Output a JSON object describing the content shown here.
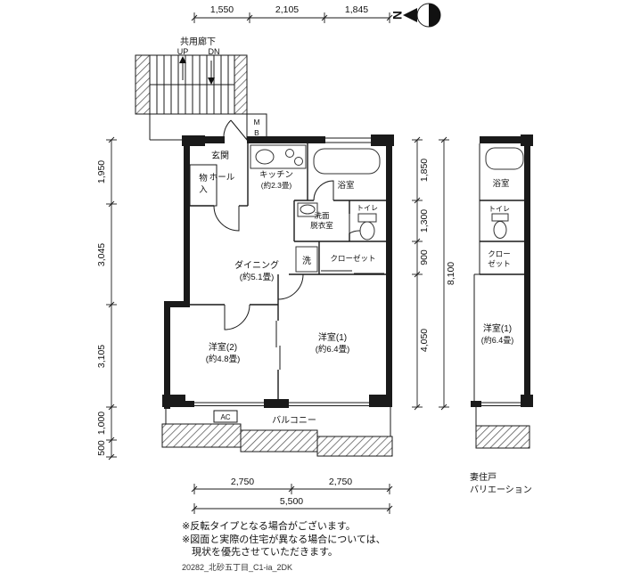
{
  "title_block": {
    "sheet_id": "20282_北砂五丁目_C1-ia_2DK"
  },
  "compass": {
    "north": "N"
  },
  "dims": {
    "top": [
      "1,550",
      "2,105",
      "1,845"
    ],
    "left": [
      "1,950",
      "3,045",
      "3,105",
      "1,000",
      "500"
    ],
    "right": [
      "1,850",
      "1,300",
      "900",
      "4,050"
    ],
    "right_total": "8,100",
    "bottom": [
      "2,750",
      "2,750"
    ],
    "bottom_total": "5,500"
  },
  "corridor": {
    "label": "共用廊下",
    "up": "UP",
    "dn": "DN"
  },
  "meter_box": {
    "m": "M",
    "b": "B"
  },
  "main_plan": {
    "genkan": "玄関",
    "hall": "ホール",
    "storage_v1": "物",
    "storage_v2": "入",
    "kitchen": "キッチン",
    "kitchen_size": "(約2.3畳)",
    "bath": "浴室",
    "washroom_l1": "洗面",
    "washroom_l2": "脱衣室",
    "toilet": "トイレ",
    "washer": "洗",
    "closet": "クローゼット",
    "dining": "ダイニング",
    "dining_size": "(約5.1畳)",
    "bedroom2": "洋室(2)",
    "bedroom2_size": "(約4.8畳)",
    "bedroom1": "洋室(1)",
    "bedroom1_size": "(約6.4畳)",
    "balcony": "バルコニー",
    "ac": "AC"
  },
  "variation_plan": {
    "bath": "浴室",
    "toilet": "トイレ",
    "closet_l1": "クロー",
    "closet_l2": "ゼット",
    "bedroom1": "洋室(1)",
    "bedroom1_size": "(約6.4畳)",
    "caption_l1": "妻住戸",
    "caption_l2": "バリエーション"
  },
  "notes": {
    "l1": "※反転タイプとなる場合がございます。",
    "l2": "※図面と実際の住宅が異なる場合については、",
    "l3": "現状を優先させていただきます。"
  }
}
